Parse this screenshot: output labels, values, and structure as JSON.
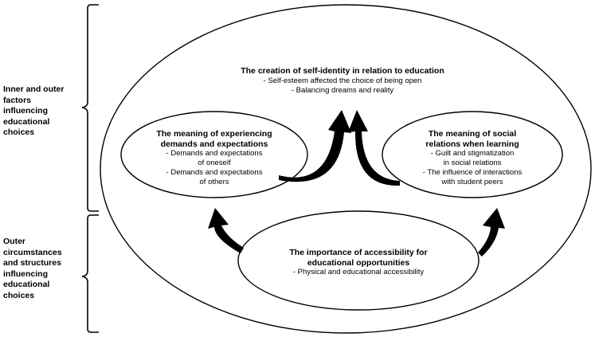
{
  "side_labels": {
    "inner_outer": [
      "Inner and outer",
      "factors",
      "influencing",
      "educational",
      "choices"
    ],
    "outer": [
      "Outer",
      "circumstances",
      "and structures",
      "influencing",
      "educational",
      "choices"
    ]
  },
  "self_identity": {
    "title": "The creation of self-identity in relation to education",
    "items": [
      "- Self-esteem affected the choice of being open",
      "- Balancing dreams and reality"
    ]
  },
  "demands": {
    "title_lines": [
      "The meaning of experiencing",
      "demands and expectations"
    ],
    "items": [
      "- Demands and expectations",
      "of oneself",
      "- Demands and expectations",
      "of others"
    ]
  },
  "social": {
    "title_lines": [
      "The meaning of social",
      "relations when learning"
    ],
    "items": [
      "- Guilt and stigmatization",
      "in social relations",
      "-   The influence of interactions",
      "with student peers"
    ]
  },
  "accessibility": {
    "title_lines": [
      "The importance of accessibility for",
      "educational opportunities"
    ],
    "items": [
      "- Physical and educational accessibility"
    ]
  }
}
